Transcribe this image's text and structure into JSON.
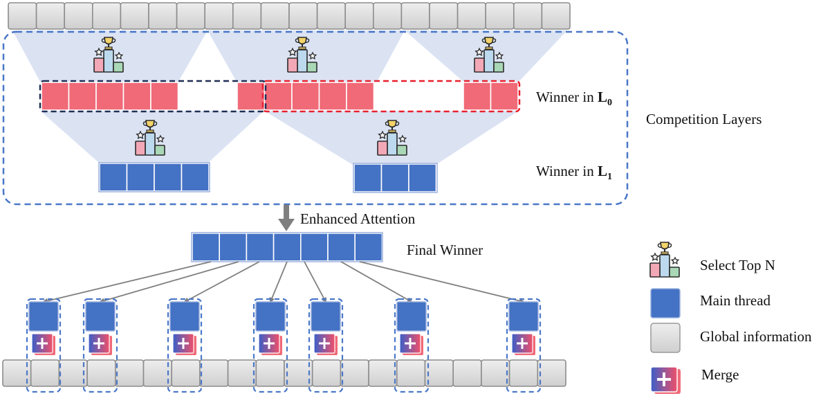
{
  "labels": {
    "winner_l0_prefix": "Winner in ",
    "winner_l0_var": "L",
    "winner_l0_sub": "0",
    "winner_l1_prefix": "Winner in ",
    "winner_l1_var": "L",
    "winner_l1_sub": "1",
    "competition_layers": "Competition Layers",
    "enhanced_attention": "Enhanced Attention",
    "final_winner": "Final Winner"
  },
  "legend": {
    "select_top_n": "Select Top N",
    "main_thread": "Main thread",
    "global_information": "Global information",
    "merge": "Merge"
  },
  "icons": {
    "trophy": "podium-trophy-icon",
    "merge": "merge-plus-icon"
  },
  "colors": {
    "gray_token": "#d8d8d8",
    "red_token": "#f06a78",
    "blue_token": "#4472c4",
    "dashed_blue": "#4a77c8",
    "dashed_red": "#e8202e",
    "dashed_navy": "#1f2f55",
    "funnel": "#dbe3f3"
  }
}
